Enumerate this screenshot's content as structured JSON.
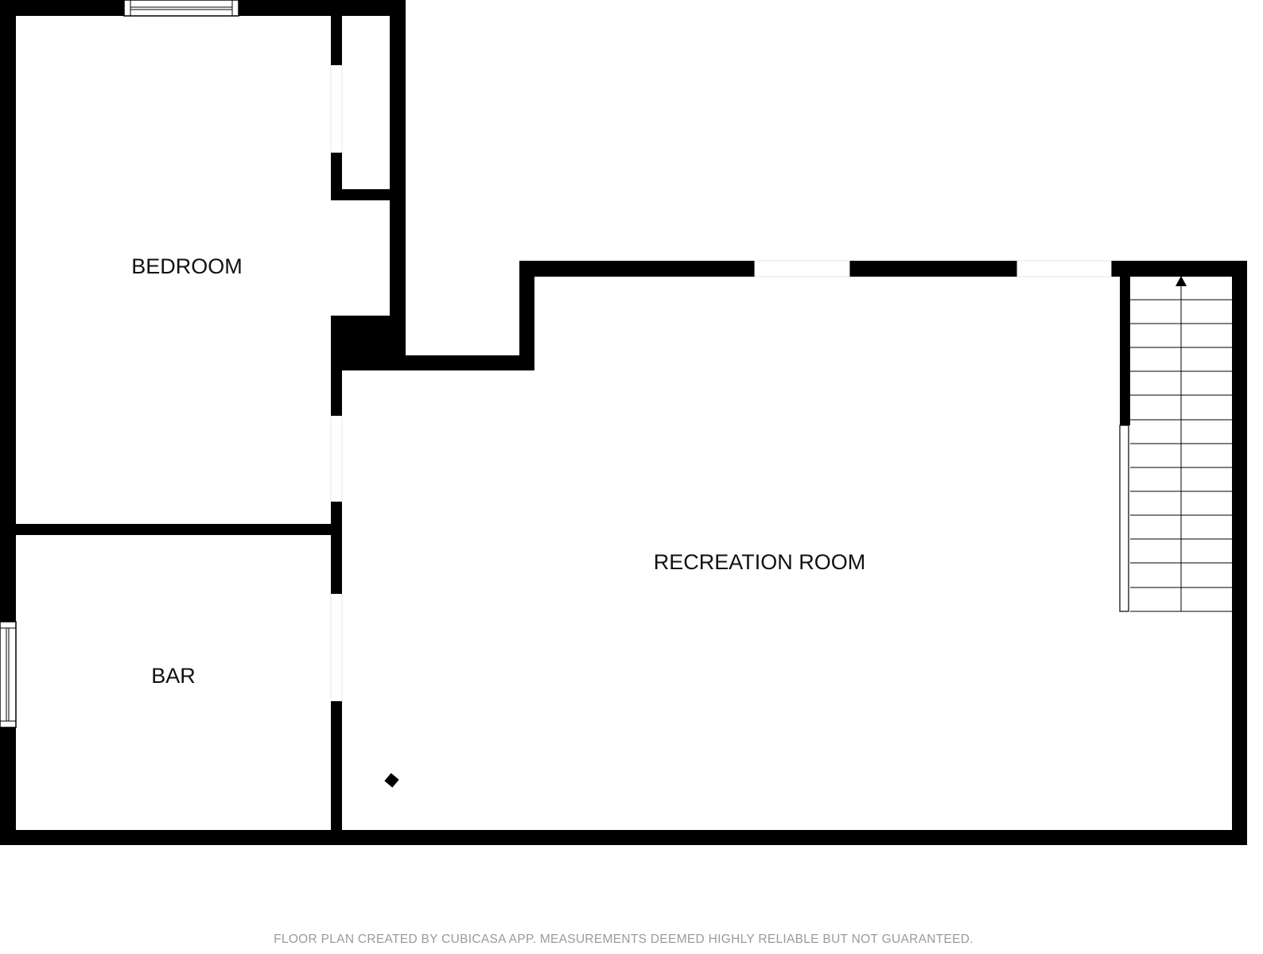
{
  "rooms": {
    "bedroom": "BEDROOM",
    "bar": "BAR",
    "recreation_room": "RECREATION ROOM"
  },
  "footer": {
    "note": "FLOOR PLAN CREATED BY CUBICASA APP. MEASUREMENTS DEEMED HIGHLY RELIABLE BUT NOT GUARANTEED."
  },
  "colors": {
    "wall": "#000000",
    "background": "#ffffff",
    "footer_text": "#9a9a9a"
  },
  "icons": {
    "stairs": "stairs-icon",
    "stairs_direction": "arrow-up-icon",
    "window": "window-icon"
  }
}
